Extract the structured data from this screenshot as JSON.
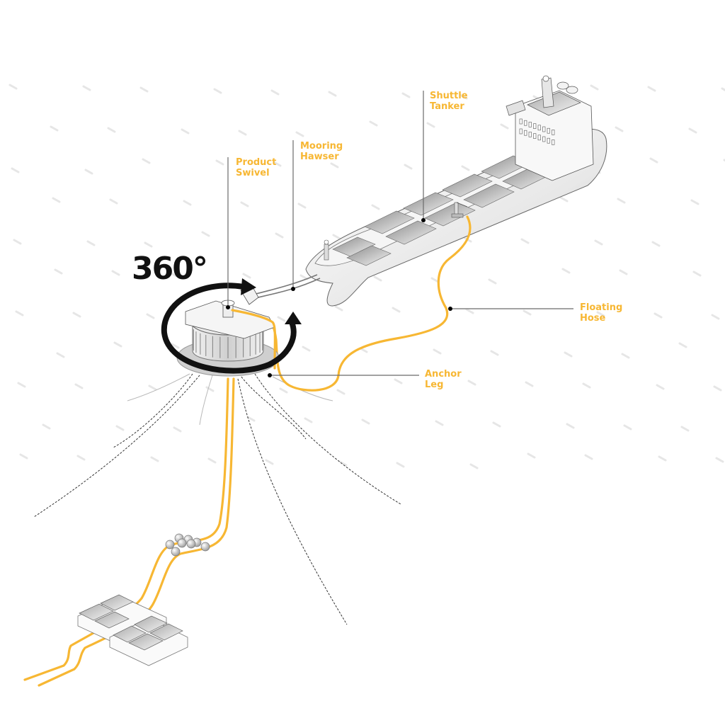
{
  "diagram": {
    "rotation_label": "360°",
    "labels": {
      "shuttle_tanker": "Shuttle\nTanker",
      "mooring_hawser": "Mooring\nHawser",
      "product_swivel": "Product\nSwivel",
      "floating_hose": "Floating\nHose",
      "anchor_leg": "Anchor\nLeg"
    },
    "colors": {
      "accent": "#f7b733",
      "ink": "#111111",
      "leader": "#6b6b6b",
      "background": "#ffffff"
    }
  }
}
